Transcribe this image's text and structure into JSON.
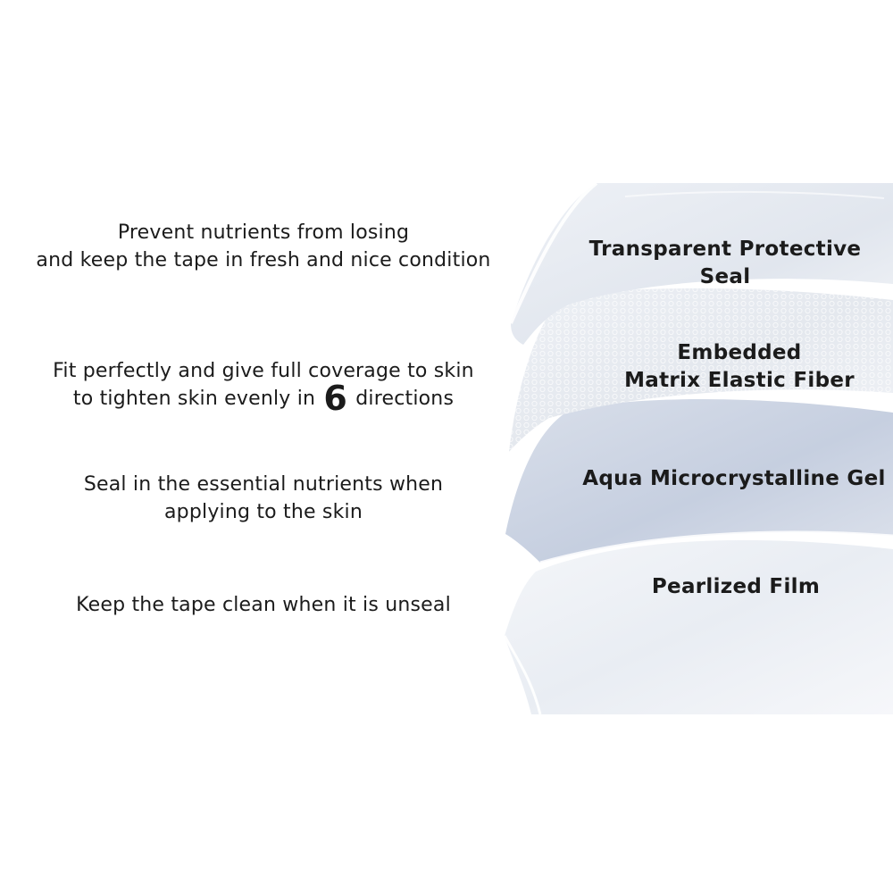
{
  "descriptions": {
    "seal": {
      "line1": "Prevent nutrients from losing",
      "line2": "and keep the tape in fresh and nice condition"
    },
    "fiber": {
      "line1": "Fit perfectly and give full coverage to skin",
      "line2_before": "to tighten skin evenly in",
      "line2_number": "6",
      "line2_after": "directions"
    },
    "gel": {
      "line1": "Seal in the essential nutrients when",
      "line2": "applying to the skin"
    },
    "film": {
      "line1": "Keep the tape clean when it is unseal"
    }
  },
  "layer_labels": {
    "seal": "Transparent Protective Seal",
    "fiber_line1": "Embedded",
    "fiber_line2": "Matrix Elastic Fiber",
    "gel": "Aqua Microcrystalline Gel",
    "film": "Pearlized Film"
  },
  "colors": {
    "text": "#1b1b1b",
    "seal_layer": "#e3e8ef",
    "fiber_layer": "#e6eaf0",
    "gel_layer": "#c9d1e2",
    "film_layer": "#eef1f6"
  }
}
